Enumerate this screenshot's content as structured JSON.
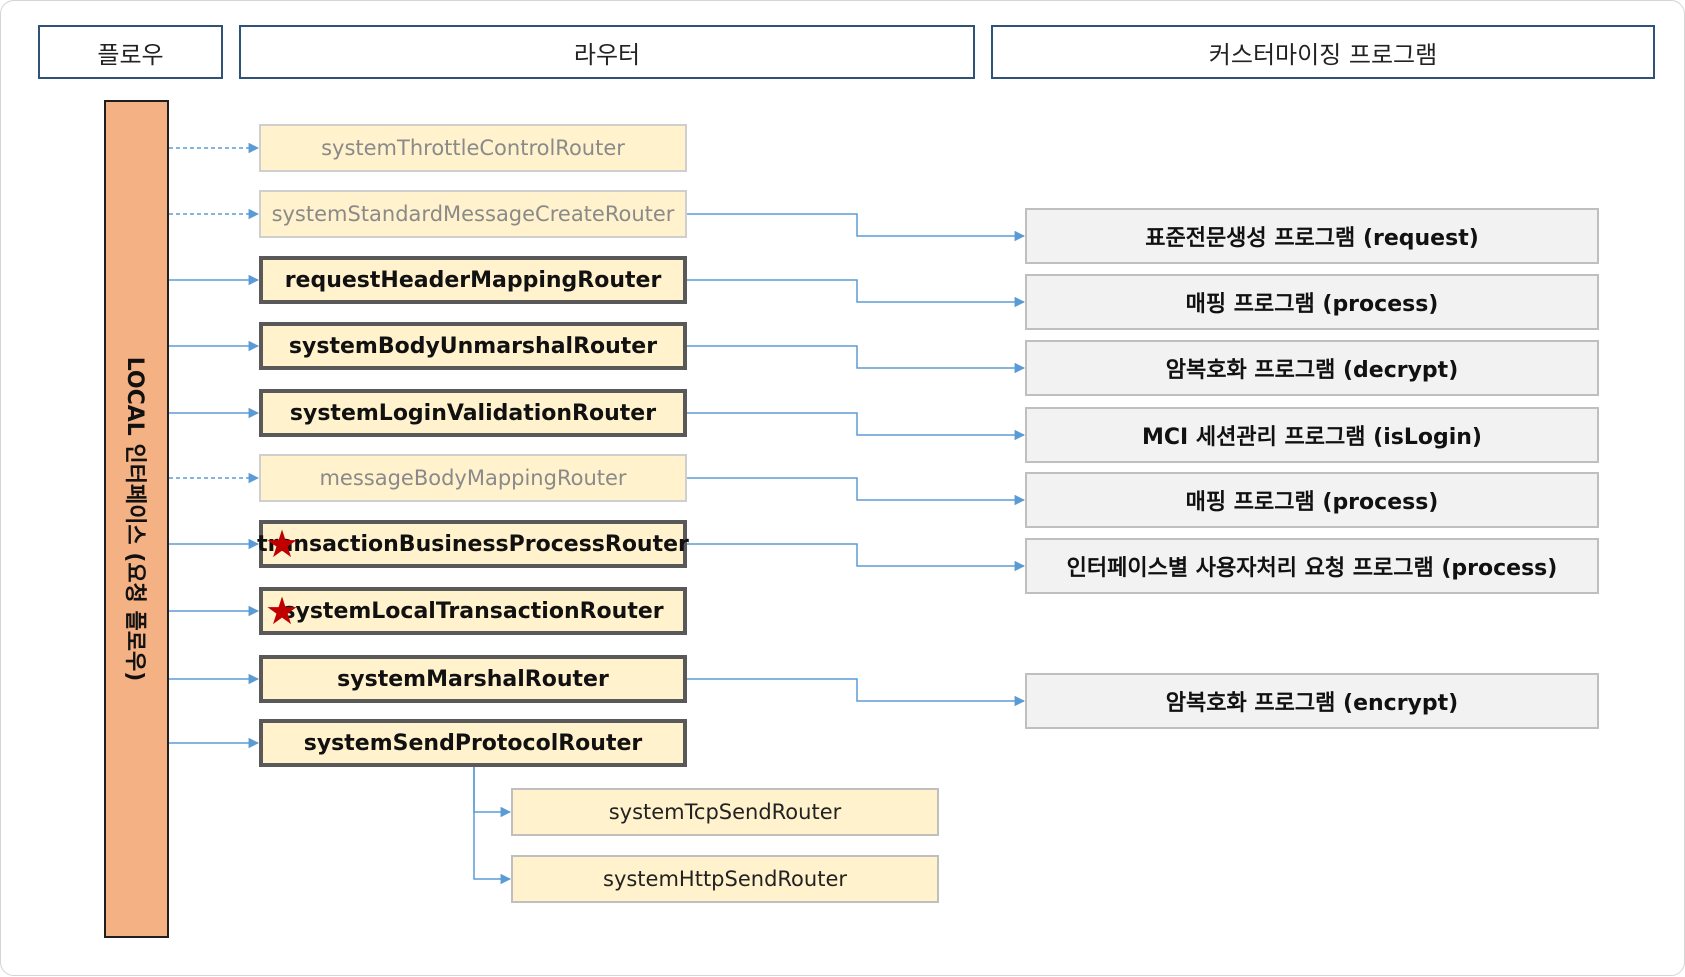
{
  "headers": {
    "flow": "플로우",
    "router": "라우터",
    "program": "커스터마이징 프로그램"
  },
  "flow_label": "LOCAL 인터페이스 (요청 플로우)",
  "routers": [
    {
      "label": "systemThrottleControlRouter",
      "style": "faded",
      "connector": "dashed",
      "starred": false
    },
    {
      "label": "systemStandardMessageCreateRouter",
      "style": "faded",
      "connector": "dashed",
      "starred": false
    },
    {
      "label": "requestHeaderMappingRouter",
      "style": "active",
      "connector": "solid",
      "starred": false
    },
    {
      "label": "systemBodyUnmarshalRouter",
      "style": "active",
      "connector": "solid",
      "starred": false
    },
    {
      "label": "systemLoginValidationRouter",
      "style": "active",
      "connector": "solid",
      "starred": false
    },
    {
      "label": "messageBodyMappingRouter",
      "style": "faded",
      "connector": "dashed",
      "starred": false
    },
    {
      "label": "transactionBusinessProcessRouter",
      "style": "active",
      "connector": "solid",
      "starred": true
    },
    {
      "label": "systemLocalTransactionRouter",
      "style": "active",
      "connector": "solid",
      "starred": true
    },
    {
      "label": "systemMarshalRouter",
      "style": "active",
      "connector": "solid",
      "starred": false
    },
    {
      "label": "systemSendProtocolRouter",
      "style": "active",
      "connector": "solid",
      "starred": false
    }
  ],
  "sub_routers": [
    {
      "label": "systemTcpSendRouter"
    },
    {
      "label": "systemHttpSendRouter"
    }
  ],
  "programs": [
    {
      "label": "표준전문생성 프로그램 (request)",
      "from_router": 1
    },
    {
      "label": "매핑 프로그램 (process)",
      "from_router": 2
    },
    {
      "label": "암복호화 프로그램 (decrypt)",
      "from_router": 3
    },
    {
      "label": "MCI 세션관리 프로그램 (isLogin)",
      "from_router": 4
    },
    {
      "label": "매핑 프로그램 (process)",
      "from_router": 5
    },
    {
      "label": "인터페이스별 사용자처리 요청 프로그램 (process)",
      "from_router": 6
    },
    {
      "label": "암복호화 프로그램 (encrypt)",
      "from_router": 8
    }
  ],
  "sub_routers_parent": 9,
  "colors": {
    "header_border": "#2f5377",
    "flow_bar": "#f4b183",
    "router_fill": "#fff2cc",
    "active_border": "#595959",
    "faded_border": "#cfcfcf",
    "program_fill": "#f2f2f2",
    "connector": "#5b9bd5",
    "star": "#c00000"
  }
}
